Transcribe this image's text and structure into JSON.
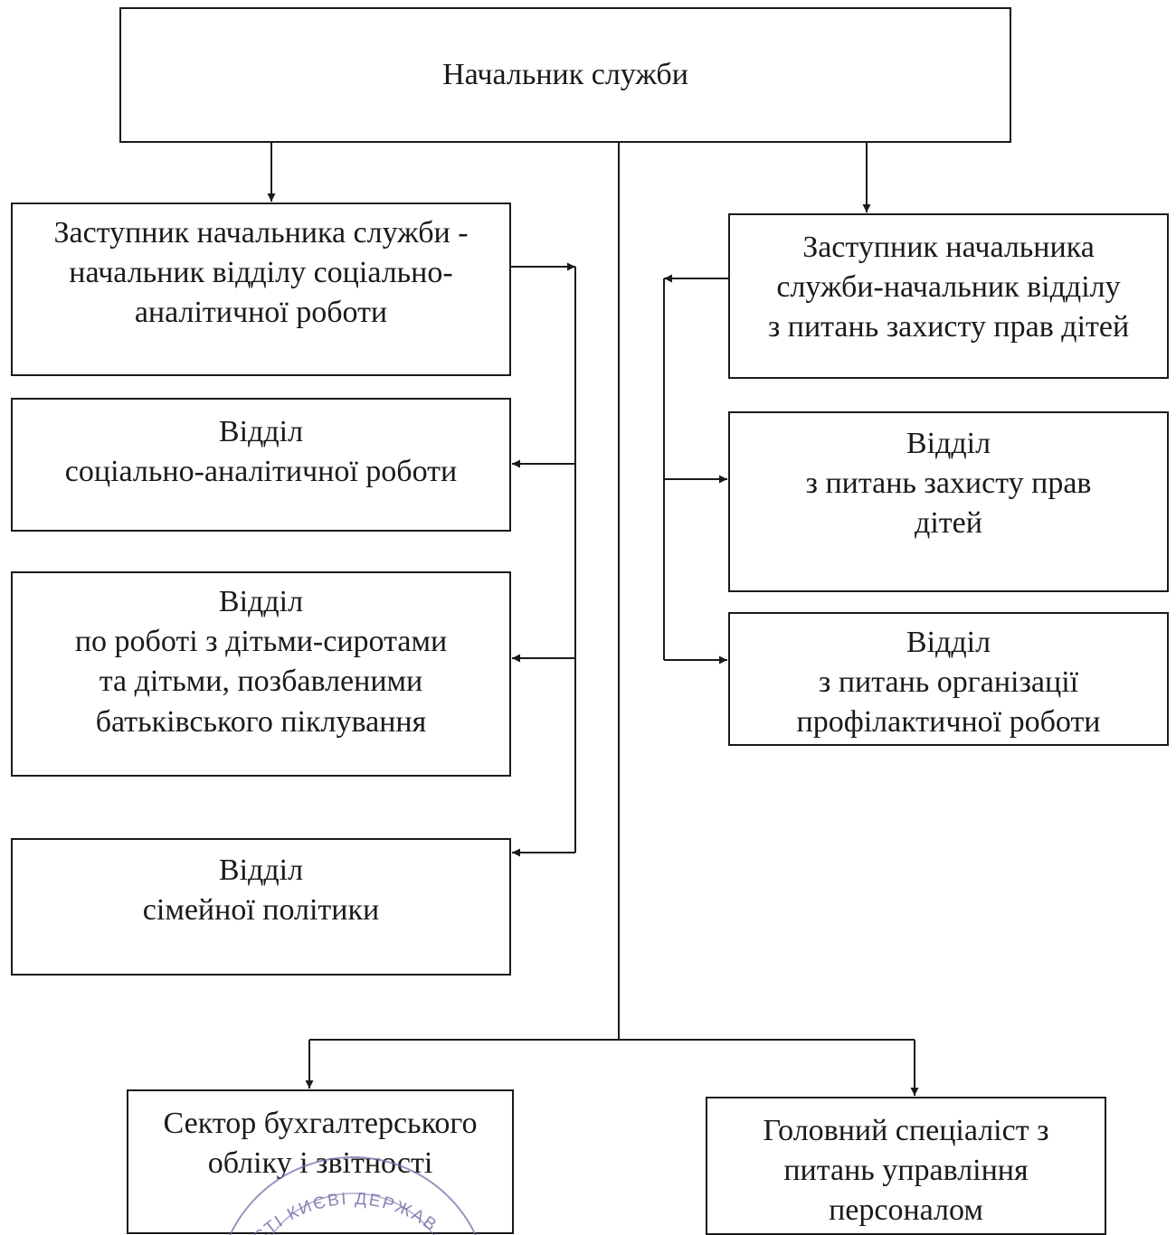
{
  "boxes": {
    "head": [
      "Начальник служби"
    ],
    "deputy_left": [
      "Заступник начальника служби -",
      "начальник відділу соціально-",
      "аналітичної роботи"
    ],
    "deputy_right": [
      "Заступник начальника",
      "служби-начальник відділу",
      "з питань захисту прав дітей"
    ],
    "social_analytic": [
      "Відділ",
      "соціально-аналітичної роботи"
    ],
    "child_rights": [
      "Відділ",
      "з питань захисту прав",
      "дітей"
    ],
    "orphans": [
      "Відділ",
      "по роботі з дітьми-сиротами",
      "та дітьми, позбавленими",
      "батьківського піклування"
    ],
    "prevention": [
      "Відділ",
      "з питань організації",
      "профілактичної роботи"
    ],
    "family": [
      "Відділ",
      "сімейної політики"
    ],
    "accounting": [
      "Сектор бухгалтерського",
      "обліку і звітності"
    ],
    "hr": [
      "Головний спеціаліст з",
      "питань управління",
      "персоналом"
    ]
  },
  "stamp": {
    "text": "МІСТІ КИЄВІ ДЕРЖАВ",
    "color": "#7a6fa8"
  },
  "line_color": "#1a1a1a"
}
